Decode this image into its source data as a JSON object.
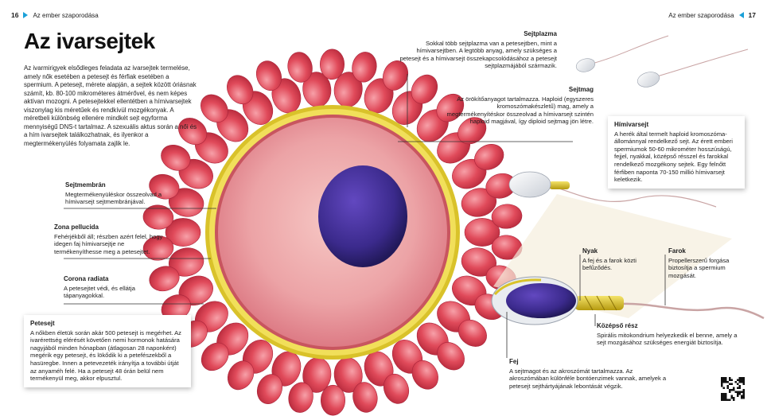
{
  "header": {
    "left_page": "16",
    "left_title": "Az ember szaporodása",
    "right_title": "Az ember szaporodása",
    "right_page": "17"
  },
  "title": "Az ivarsejtek",
  "intro": "Az ivarmirigyek elsődleges feladata az ivarsejtek termelése, amely nők esetében a petesejt és férfiak esetében a spermium. A petesejt, mérete alapján, a sejtek között óriásnak számít, kb. 80-100 mikrométeres átmérővel, és nem képes aktívan mozogni. A petesejtekkel ellentétben a hímivarsejtek viszonylag kis méretűek és rendkívül mozgékonyak. A méretbeli különbség ellenére mindkét sejt egyforma mennyiségű DNS-t tartalmaz. A szexuális aktus során a női és a hím ivarsejtek találkozhatnak, és ilyenkor a megtermékenyülés folyamata zajlik le.",
  "labels": {
    "sejtplazma": {
      "title": "Sejtplazma",
      "text": "Sokkal több sejtplazma van a petesejtben, mint a hímivarsejtben. A legtöbb anyag, amely szükséges a petesejt és a hímivarsejt összekapcsolódásához a petesejt sejtplazmájából származik."
    },
    "sejtmag": {
      "title": "Sejtmag",
      "text": "Az örökítőanyagot tartalmazza. Haploid (egyszeres kromoszómakészletű) mag, amely a megtermékenyítéskor összeolvad a hímivarsejt szintén haploid magjával, így diploid sejtmag jön létre."
    },
    "sejtmembran": {
      "title": "Sejtmembrán",
      "text": "Megtermékenyüléskor összeolvad a hímivarsejt sejtmembránjával."
    },
    "zona": {
      "title": "Zona pellucida",
      "text": "Fehérjékből áll; részben azért felel, hogy idegen faj hímivarsejtje ne termékenyíthesse meg a petesejtet."
    },
    "corona": {
      "title": "Corona radiata",
      "text": "A petesejtet védi, és ellátja tápanyagokkal."
    },
    "nyak": {
      "title": "Nyak",
      "text": "A fej és a farok közti befűződés."
    },
    "farok": {
      "title": "Farok",
      "text": "Propellerszerű forgása biztosítja a spermium mozgását."
    },
    "kozepso": {
      "title": "Középső rész",
      "text": "Spirális mitokondrium helyezkedik el benne, amely a sejt mozgásához szükséges energiát biztosítja."
    },
    "fej": {
      "title": "Fej",
      "text": "A sejtmagot és az akroszómát tartalmazza. Az akroszómában különféle bontóenzimek vannak, amelyek a petesejt sejthártyájának lebontását végzik."
    }
  },
  "boxes": {
    "petesejt": {
      "title": "Petesejt",
      "text": "A nőkben életük során akár 500 petesejt is megérhet. Az ivarérettség elérését követően nemi hormonok hatására nagyjából minden hónapban (átlagosan 28 naponként) megérik egy petesejt, és lökődik ki a petefészekből a hasüregbe. Innen a petevezeték irányítja a további útját az anyaméh felé. Ha a petesejt 48 órán belül nem termékenyül meg, akkor elpusztul."
    },
    "himivarsejt": {
      "title": "Hímivarsejt",
      "text": "A herék által termelt haploid kromoszóma-állománnyal rendelkező sejt. Az érett emberi spermiumok 50-60 mikrométer hosszúságú, fejjel, nyakkal, középső résszel és farokkal rendelkező mozgékony sejtek. Egy felnőtt férfiben naponta 70-150 millió hímivarsejt keletkezik."
    }
  },
  "colors": {
    "accent": "#1aa0d8",
    "corona": "#e04a5a",
    "zona": "#d9c22a",
    "cytoplasm": "#e88f98",
    "nucleus": "#3b2a8c"
  },
  "icons": {
    "qr": "qr-code-icon"
  }
}
